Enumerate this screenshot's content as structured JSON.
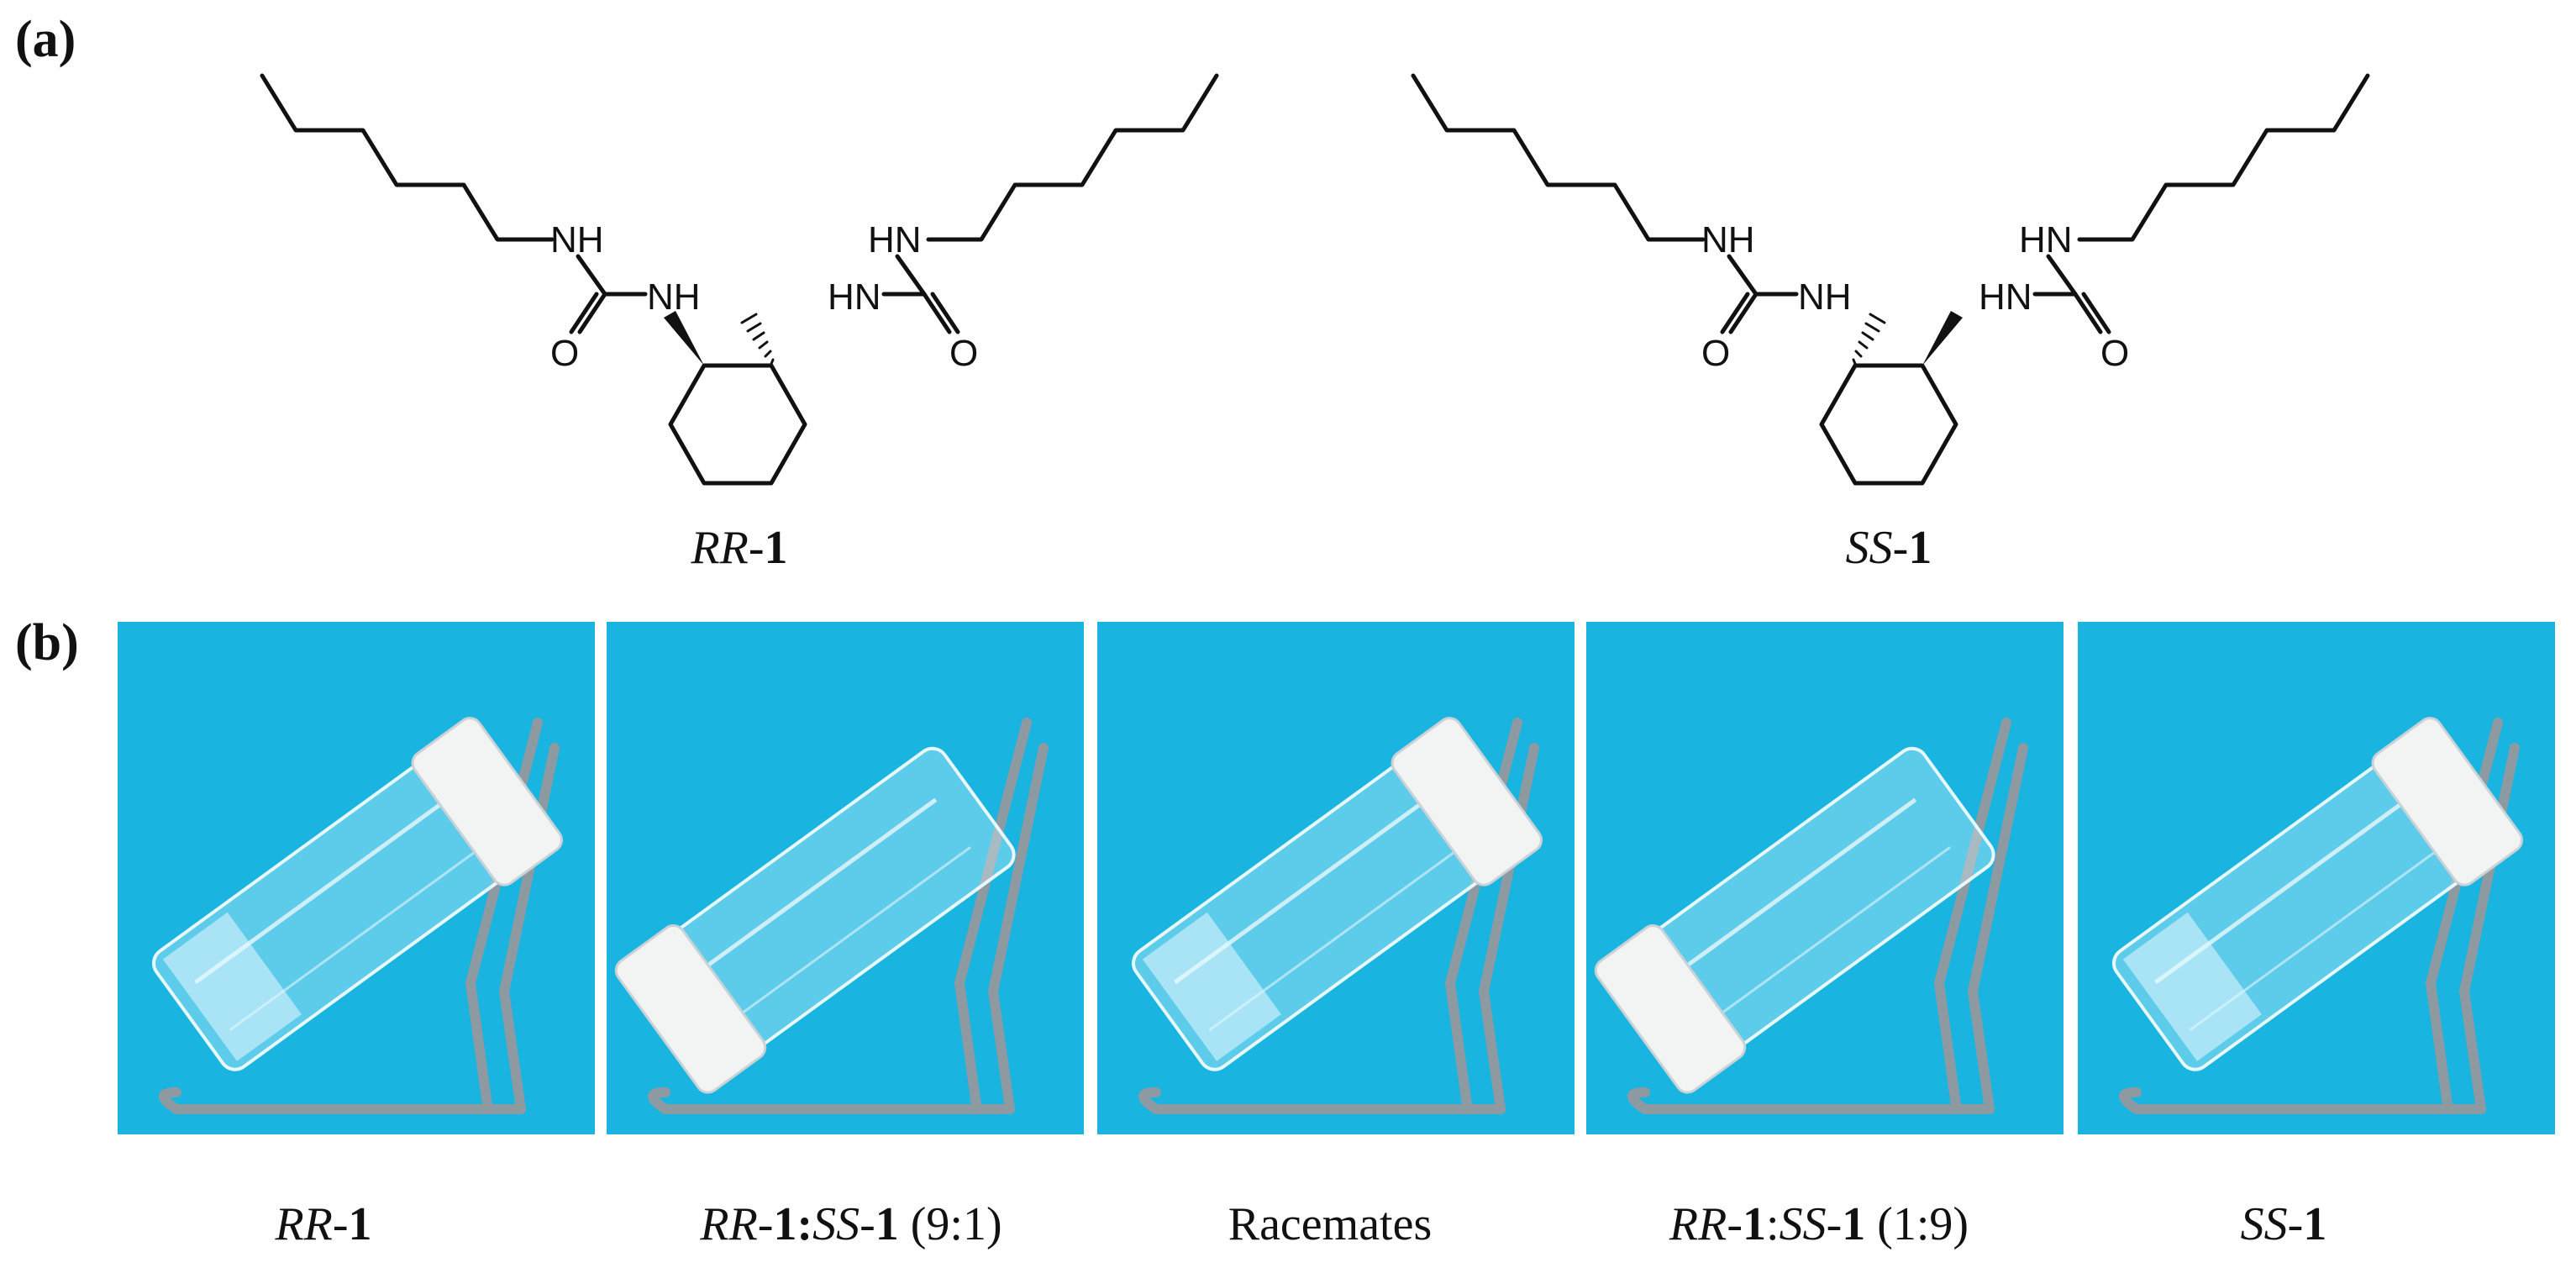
{
  "figure": {
    "panel_a_label": "(a)",
    "panel_b_label": "(b)",
    "atom_labels": {
      "nh": "NH",
      "hn": "HN",
      "o": "O"
    },
    "compounds": [
      {
        "id": "RR",
        "name_italic": "RR",
        "name_sep": "-",
        "name_bold": "1"
      },
      {
        "id": "SS",
        "name_italic": "SS",
        "name_sep": "-",
        "name_bold": "1"
      }
    ],
    "photos": [
      {
        "cap_html_parts": [
          {
            "t": "RR",
            "s": "i"
          },
          {
            "t": "-",
            "s": ""
          },
          {
            "t": "1",
            "s": "b"
          }
        ],
        "cap_plain": "RR-1"
      },
      {
        "cap_html_parts": [
          {
            "t": "RR",
            "s": "i"
          },
          {
            "t": "-",
            "s": ""
          },
          {
            "t": "1:",
            "s": "b"
          },
          {
            "t": "SS",
            "s": "i"
          },
          {
            "t": "-",
            "s": ""
          },
          {
            "t": "1",
            "s": "b"
          },
          {
            "t": " (9:1)",
            "s": ""
          }
        ],
        "cap_plain": "RR-1:SS-1 (9:1)"
      },
      {
        "cap_html_parts": [
          {
            "t": "Racemates",
            "s": ""
          }
        ],
        "cap_plain": "Racemates"
      },
      {
        "cap_html_parts": [
          {
            "t": "RR",
            "s": "i"
          },
          {
            "t": "-",
            "s": ""
          },
          {
            "t": "1",
            "s": "b"
          },
          {
            "t": ":",
            "s": ""
          },
          {
            "t": "SS",
            "s": "i"
          },
          {
            "t": "-",
            "s": ""
          },
          {
            "t": "1",
            "s": "b"
          },
          {
            "t": " (1:9)",
            "s": ""
          }
        ],
        "cap_plain": "RR-1:SS-1 (1:9)"
      },
      {
        "cap_html_parts": [
          {
            "t": "SS",
            "s": "i"
          },
          {
            "t": "-",
            "s": ""
          },
          {
            "t": "1",
            "s": "b"
          }
        ],
        "cap_plain": "SS-1"
      }
    ],
    "colors": {
      "background": "#19b4df",
      "cap": "#f2f4f4",
      "stand": "#8d9aa2"
    }
  }
}
